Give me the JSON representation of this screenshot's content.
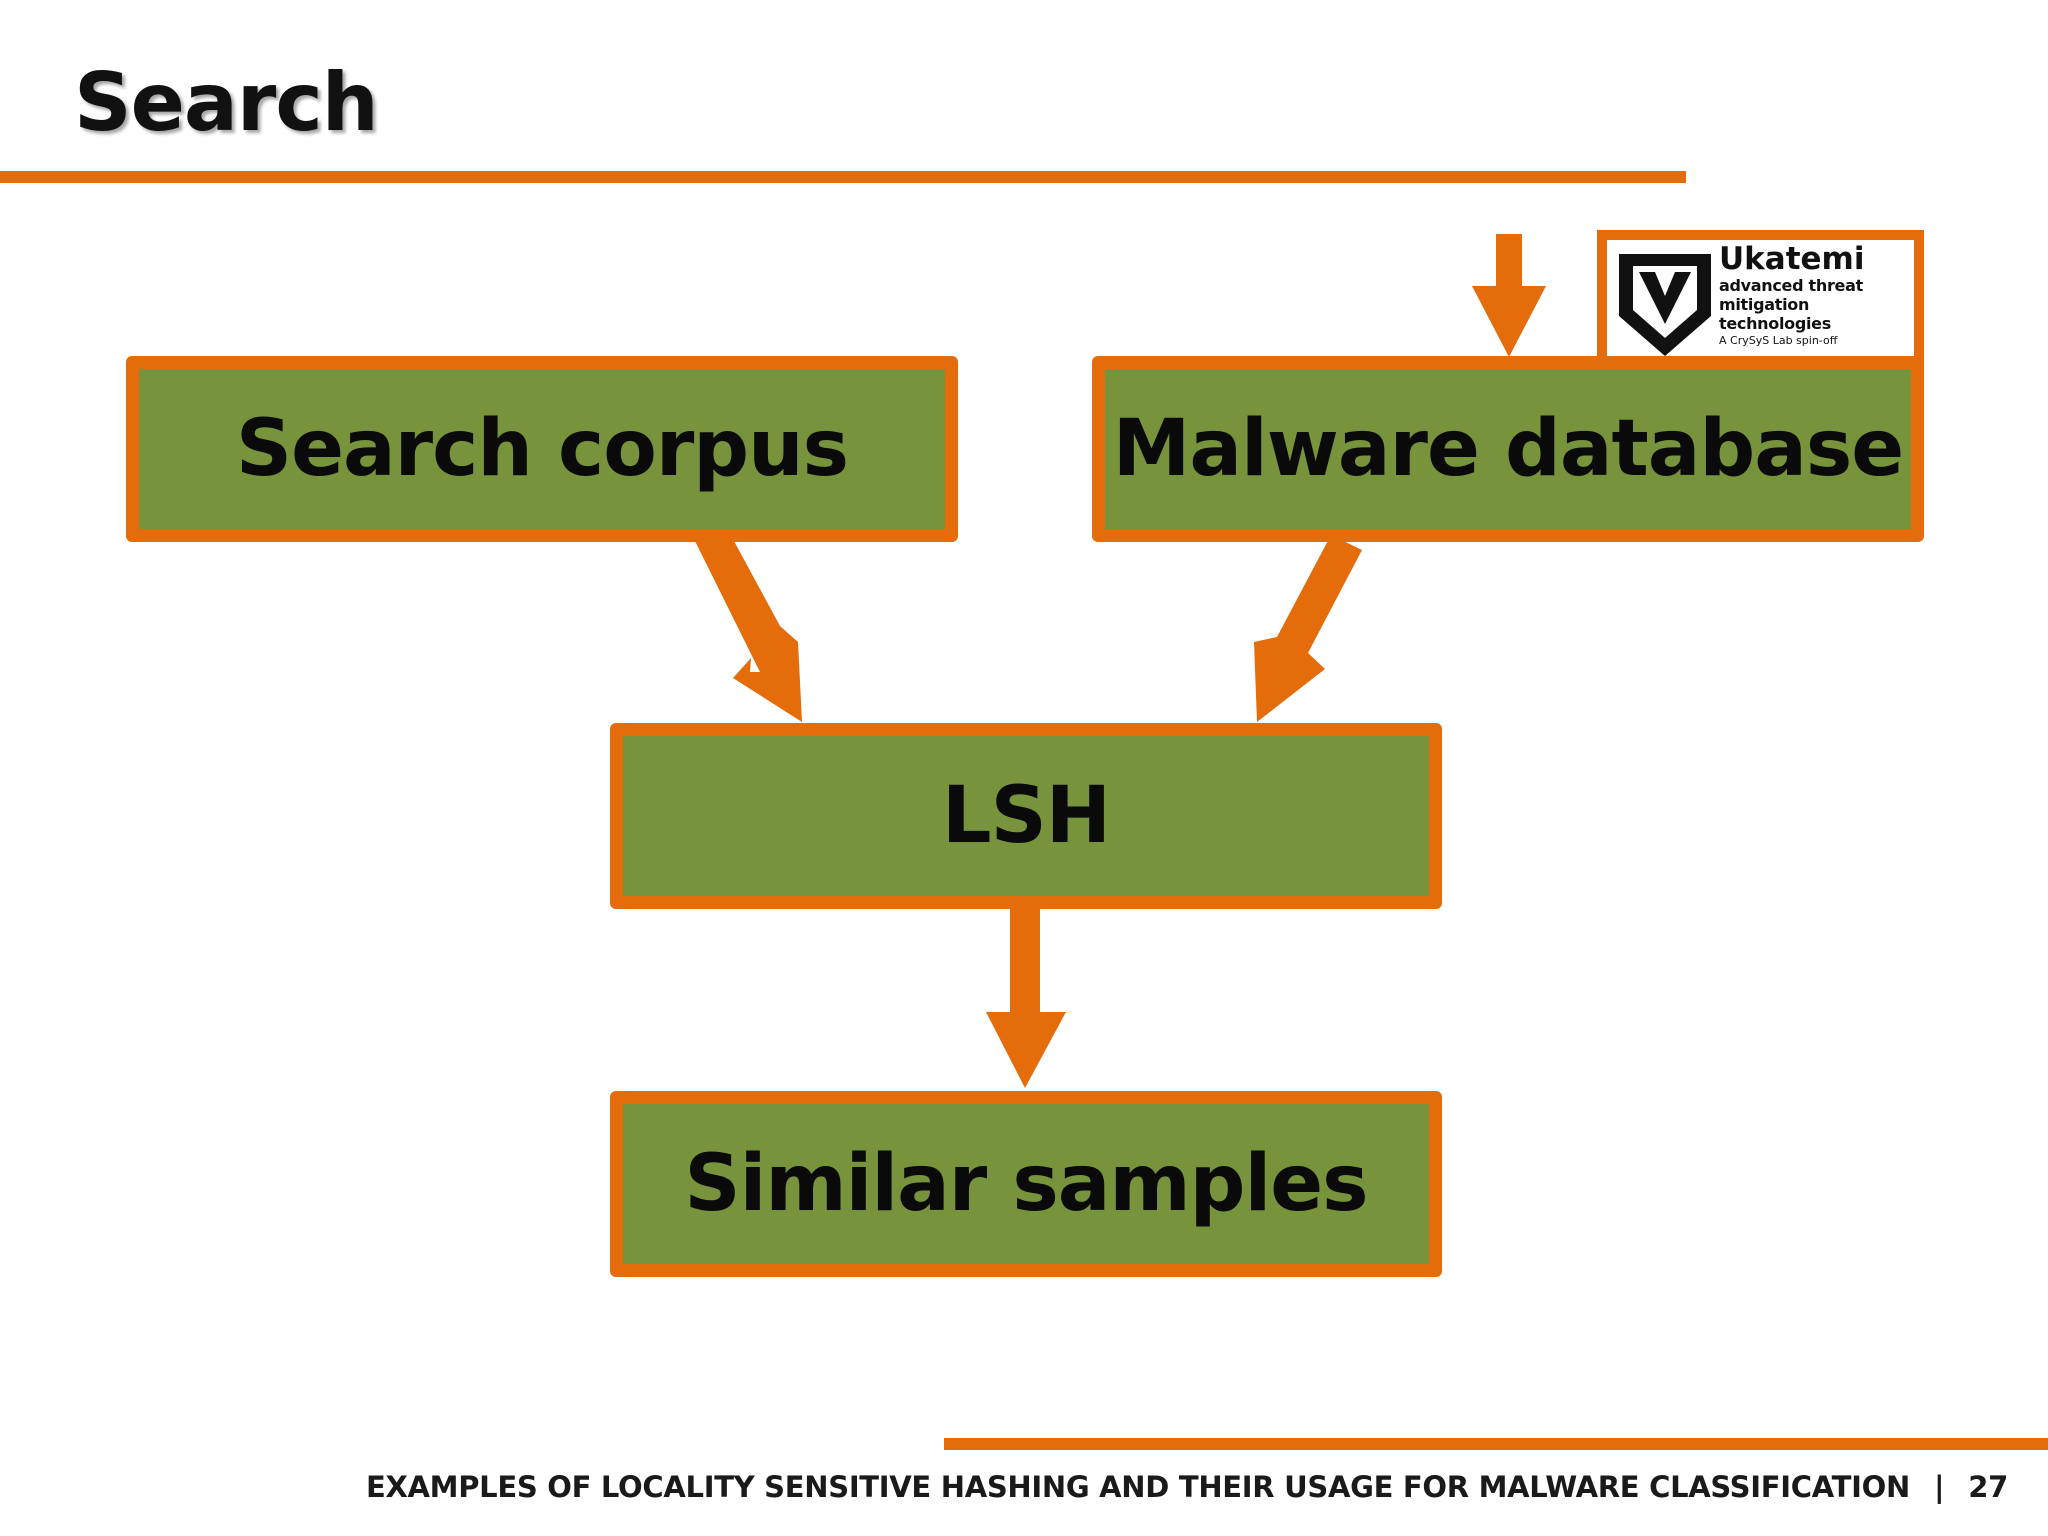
{
  "slide": {
    "title": "Search",
    "footer_text": "EXAMPLES OF LOCALITY SENSITIVE HASHING AND THEIR USAGE FOR MALWARE CLASSIFICATION",
    "footer_separator": "|",
    "page_number": "27"
  },
  "diagram": {
    "nodes": {
      "search_corpus": "Search corpus",
      "malware_database": "Malware database",
      "lsh": "LSH",
      "similar_samples": "Similar samples"
    },
    "edges": [
      {
        "from": "search_corpus",
        "to": "lsh"
      },
      {
        "from": "malware_database",
        "to": "lsh"
      },
      {
        "from": "lsh",
        "to": "similar_samples"
      },
      {
        "from": "external-input",
        "to": "malware_database"
      }
    ]
  },
  "logo": {
    "name": "Ukatemi",
    "tagline_1": "advanced threat",
    "tagline_2": "mitigation technologies",
    "subline": "A CrySyS Lab spin-off"
  },
  "colors": {
    "accent_orange": "#E46C0A",
    "node_green": "#77933C",
    "text_dark": "#111111"
  }
}
